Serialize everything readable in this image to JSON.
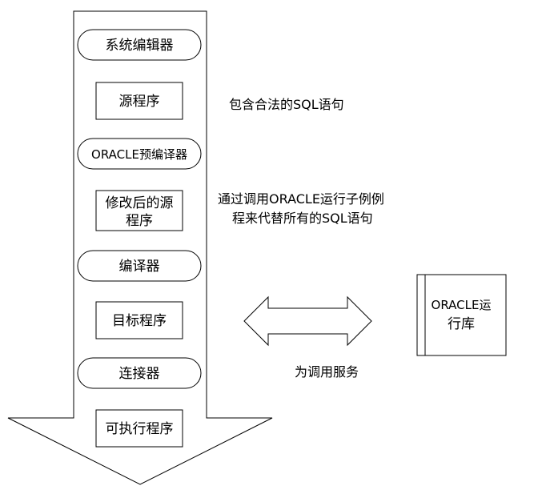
{
  "flow": {
    "system_editor": "系统编辑器",
    "source_program": "源程序",
    "oracle_precompiler": "ORACLE预编译器",
    "modified_source_line1": "修改后的源",
    "modified_source_line2": "程序",
    "compiler": "编译器",
    "object_program": "目标程序",
    "linker": "连接器",
    "executable_program": "可执行程序"
  },
  "notes": {
    "contains_sql": "包含合法的SQL语句",
    "replace_sql_line1": "通过调用ORACLE运行子例例",
    "replace_sql_line2": "程来代替所有的SQL语句",
    "call_service": "为调用服务"
  },
  "runtime": {
    "label_line1": "ORACLE运",
    "label_line2": "行库"
  }
}
